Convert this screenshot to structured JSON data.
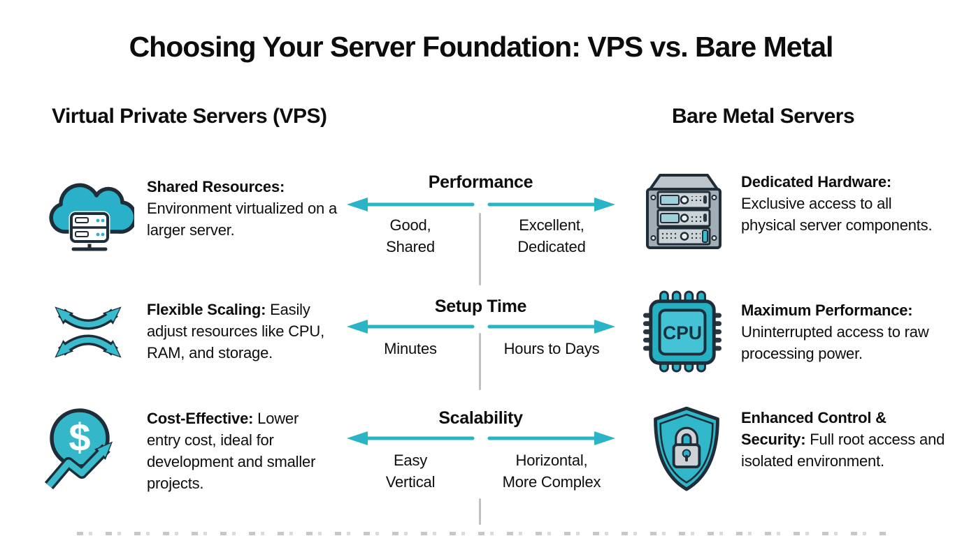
{
  "title": "Choosing Your Server Foundation: VPS vs. Bare Metal",
  "columns": {
    "vps": {
      "header": "Virtual Private Servers (VPS)",
      "items": [
        {
          "icon": "cloud-server-icon",
          "term": "Shared Resources:",
          "description": "Environment virtualized on a larger server."
        },
        {
          "icon": "scaling-arrows-icon",
          "term": "Flexible Scaling:",
          "description": "Easily adjust resources like CPU, RAM, and storage."
        },
        {
          "icon": "dollar-growth-icon",
          "term": "Cost-Effective:",
          "description": "Lower entry cost, ideal for development and smaller projects."
        }
      ]
    },
    "bare_metal": {
      "header": "Bare Metal Servers",
      "items": [
        {
          "icon": "server-rack-icon",
          "term": "Dedicated Hardware:",
          "description": "Exclusive access to all physical server components."
        },
        {
          "icon": "cpu-chip-icon",
          "term": "Maximum Performance:",
          "description": "Uninterrupted access to raw processing power."
        },
        {
          "icon": "shield-lock-icon",
          "term": "Enhanced Control & Security:",
          "description": "Full root access and isolated environment."
        }
      ]
    }
  },
  "comparisons": [
    {
      "label": "Performance",
      "vps": "Good,\nShared",
      "bare_metal": "Excellent,\nDedicated"
    },
    {
      "label": "Setup Time",
      "vps": "Minutes",
      "bare_metal": "Hours to Days"
    },
    {
      "label": "Scalability",
      "vps": "Easy\nVertical",
      "bare_metal": "Horizontal,\nMore Complex"
    }
  ],
  "icons": {
    "cpu_label": "CPU",
    "dollar_symbol": "$"
  },
  "colors": {
    "accent_teal": "#2ab4c7",
    "outline_dark": "#1e2d38",
    "divider_gray": "#bcc2c6",
    "text": "#0d0d0d"
  }
}
